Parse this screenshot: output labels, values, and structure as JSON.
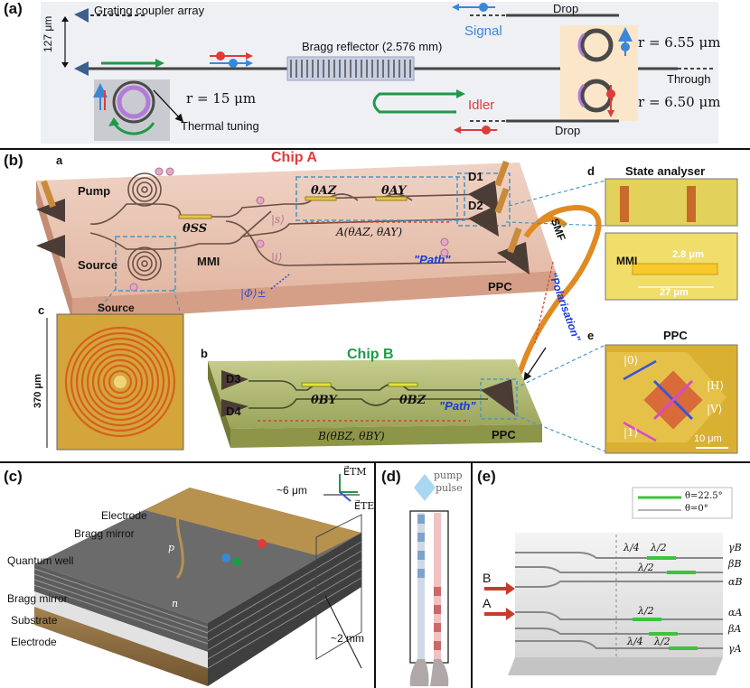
{
  "panel_a": {
    "tag": "(a)",
    "grating": "Grating coupler array",
    "pitch": "127 μm",
    "bragg": "Bragg reflector (2.576 mm)",
    "drop_top": "Drop",
    "drop_bottom": "Drop",
    "signal": "Signal",
    "idler": "Idler",
    "through": "Through",
    "r_top": "r = 6.55 μm",
    "r_bottom": "r = 6.50 μm",
    "r_left": "r = 15 μm",
    "thermal": "Thermal tuning",
    "colors": {
      "signal": "#3a87d8",
      "idler": "#e03b3b",
      "pump": "#1f9a48"
    }
  },
  "panel_b": {
    "tag": "(b)",
    "sub_a": "a",
    "sub_b": "b",
    "sub_c": "c",
    "sub_d": "d",
    "sub_e": "e",
    "chip_a": "Chip A",
    "chip_b": "Chip B",
    "pump": "Pump",
    "source": "Source",
    "mmi": "MMI",
    "theta_ss": "θSS",
    "theta_az": "θAZ",
    "theta_ay": "θAY",
    "theta_by": "θBY",
    "theta_bz": "θBZ",
    "ket_s": "|s⟩",
    "ket_i": "|i⟩",
    "phi": "|Φ⟩±",
    "path_a": "\"Path\"",
    "path_b": "\"Path\"",
    "a_func": "A(θAZ, θAY)",
    "b_func": "B(θBZ, θBY)",
    "d1": "D1",
    "d2": "D2",
    "d3": "D3",
    "d4": "D4",
    "ppc_a": "PPC",
    "ppc_b": "PPC",
    "smf": "SMF",
    "polarisation": "\"Polarisation\"",
    "c_title": "Source",
    "c_scale": "370 μm",
    "d_title": "State analyser",
    "mmi_label": "MMI",
    "mmi_width": "2.8 μm",
    "mmi_length": "27 μm",
    "e_title": "PPC",
    "ket_0": "|0⟩",
    "ket_1": "|1⟩",
    "ket_h": "|H⟩",
    "ket_v": "|V⟩",
    "e_scale": "10 μm"
  },
  "panel_c": {
    "tag": "(c)",
    "electrode_top": "Electrode",
    "bragg_top": "Bragg mirror",
    "qw": "Quantum well",
    "bragg_bottom": "Bragg mirror",
    "substrate": "Substrate",
    "electrode_bottom": "Electrode",
    "width": "~6 μm",
    "length": "~2 mm",
    "p": "p",
    "n": "n",
    "e_tm": "E⃗TM",
    "e_te": "E⃗TE"
  },
  "panel_d": {
    "tag": "(d)",
    "pump1": "pump",
    "pump2": "pulse"
  },
  "panel_e": {
    "tag": "(e)",
    "legend_1": "θ=22.5°",
    "legend_2": "θ=0°",
    "in_b": "B",
    "in_a": "A",
    "q1": "λ/4",
    "h1": "λ/2",
    "h2": "λ/2",
    "h3": "λ/2",
    "q2": "λ/4",
    "h4": "λ/2",
    "gamma_b": "γB",
    "beta_b": "βB",
    "alpha_b": "αB",
    "alpha_a": "αA",
    "beta_a": "βA",
    "gamma_a": "γA"
  }
}
